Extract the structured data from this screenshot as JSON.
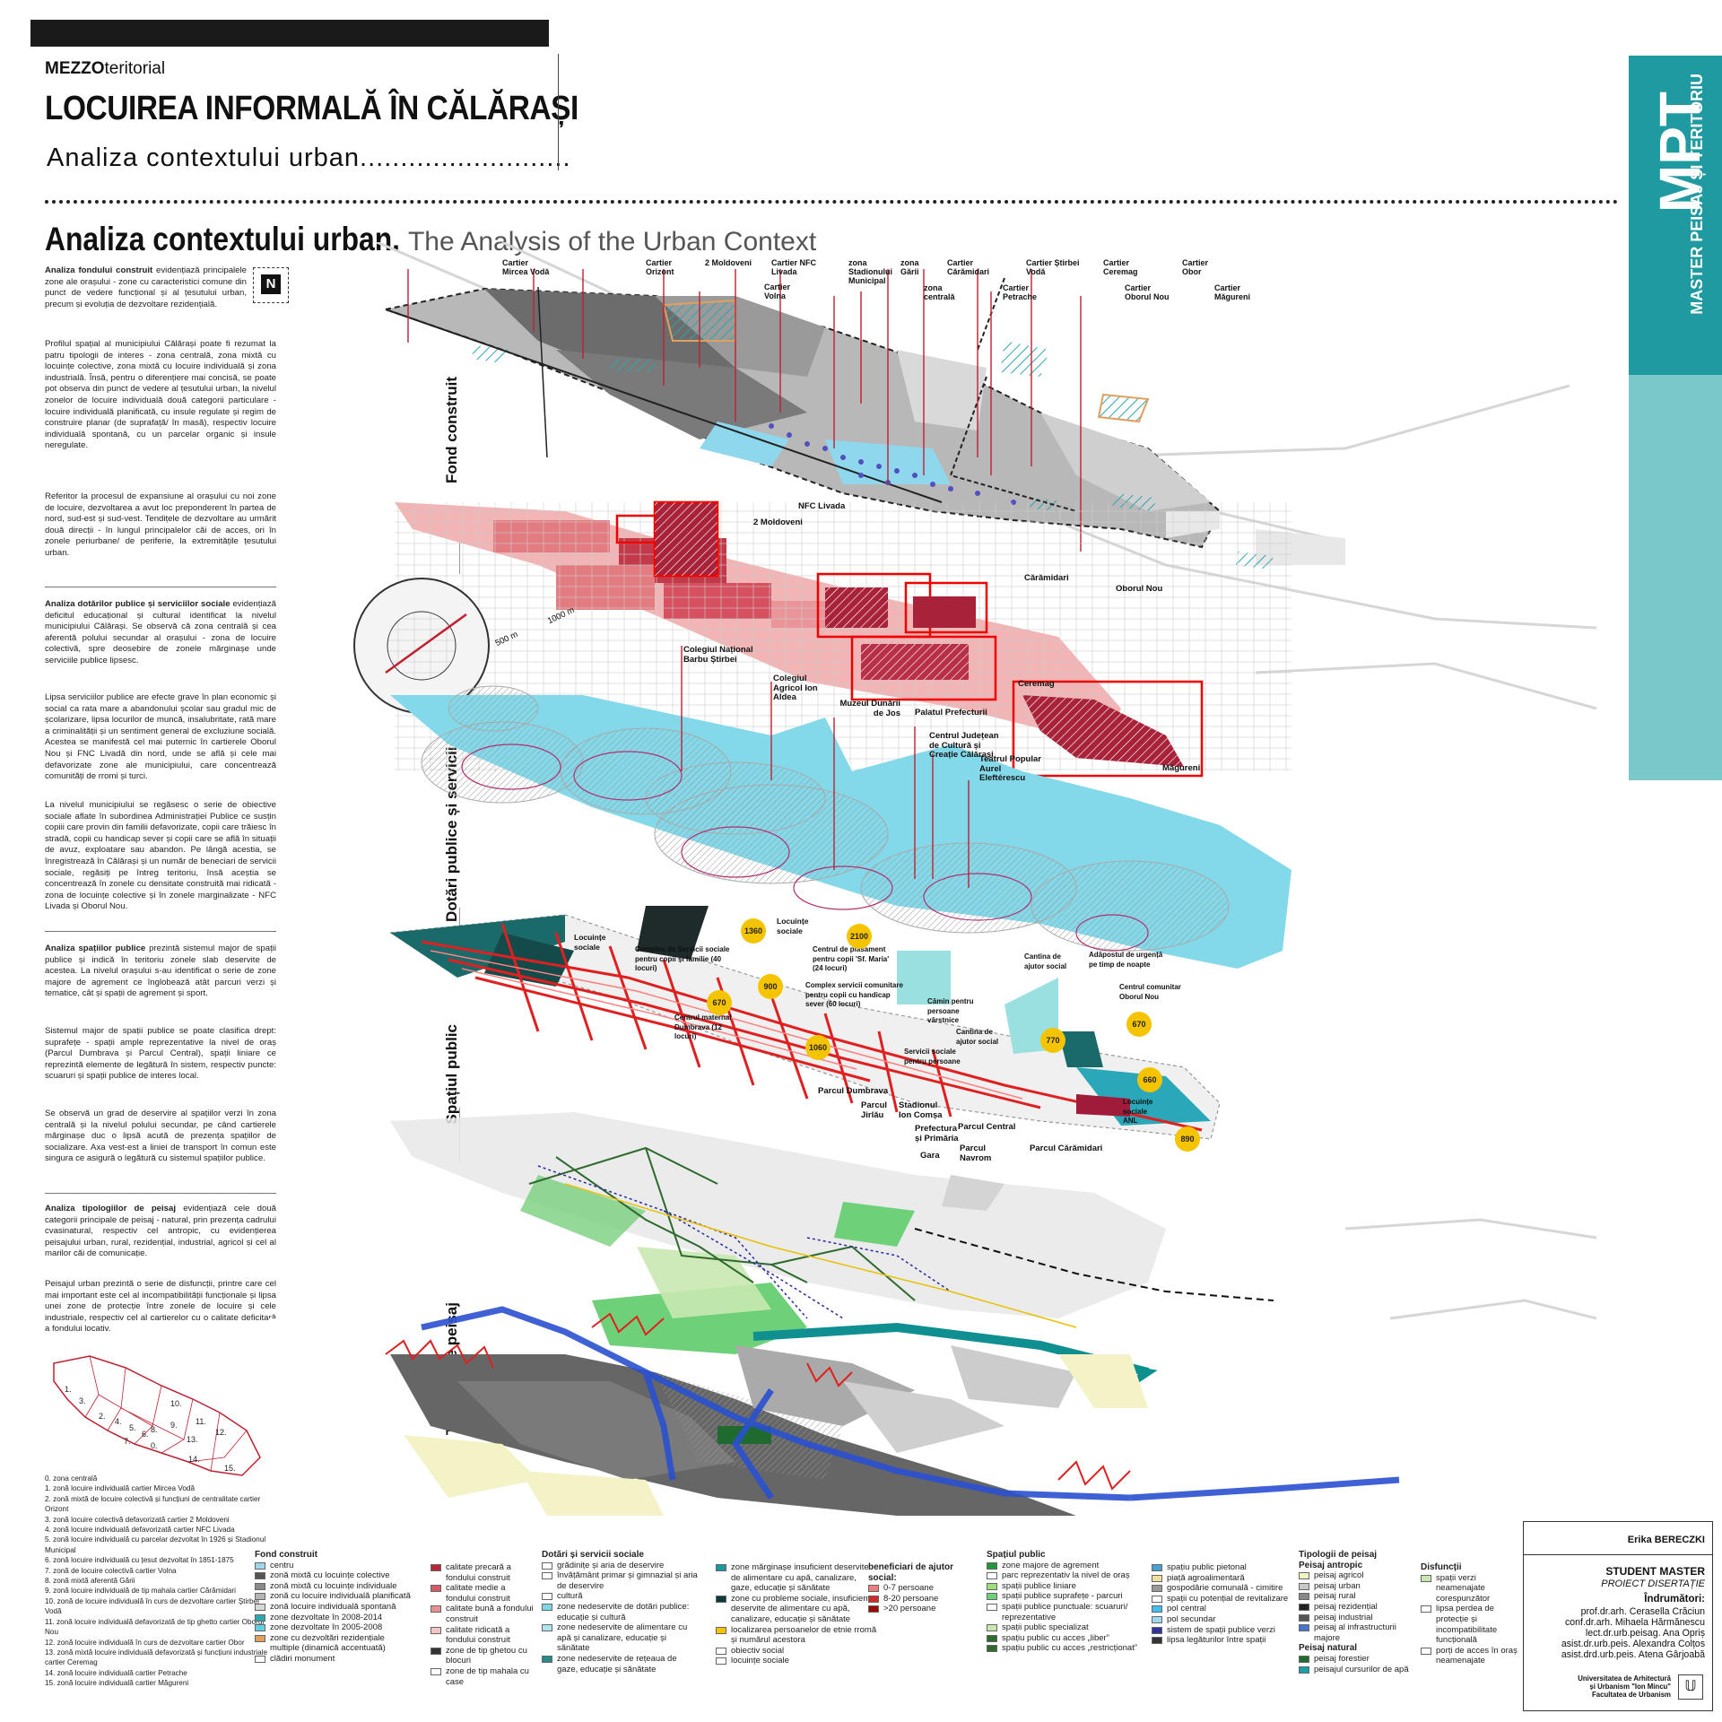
{
  "header": {
    "mezzo_bold": "MEZZO",
    "mezzo_rest": "teritorial",
    "title": "LOCUIREA INFORMALĂ ÎN CĂLĂRAȘI",
    "subtitle": "Analiza contextului urban..........................",
    "section_bold": "Analiza contextului urban.",
    "section_light": "The Analysis of the Urban Context"
  },
  "sidebar": {
    "mpt": "MPT",
    "program": "MASTER PEISAJ ȘI TERITORIU",
    "north": "N"
  },
  "text": {
    "p1_bold": "Analiza fondului construit",
    "p1": " evidențiază principalele zone ale orașului - zone cu caracteristici comune din punct de vedere funcțional și al țesutului urban, precum și evoluția de dezvoltare rezidențială.",
    "p2": "Profilul spațial al municipiului Călărași poate fi rezumat la patru tipologii de interes - zona centrală, zona mixtă cu locuințe colective, zona mixtă cu locuire individuală și zona industrială. Însă, pentru o diferențiere mai concisă, se poate pot observa din punct de vedere al țesutului urban, la nivelul zonelor de locuire individuală două categorii particulare - locuire individuală planificată, cu insule regulate și regim de construire planar (de suprafață/ în masă), respectiv locuire individuală spontană, cu un parcelar organic și insule neregulate.",
    "p3": "Referitor la procesul de expansiune al orașului cu noi zone de locuire, dezvoltarea a avut loc preponderent în partea de nord, sud-est și sud-vest. Tendițele de dezvoltare au urmărit două direcții - în lungul principalelor căi de acces, ori în zonele periurbane/ de periferie, la extremitățile țesutului urban.",
    "p4_bold": "Analiza dotărilor publice și serviciilor sociale",
    "p4": " evidențiază deficitul educațional și cultural identificat la nivelul municipiului Călărași. Se observă că zona centrală și cea aferentă polului secundar al orașului - zona de locuire colectivă, spre deosebire de zonele mărginașe unde serviciile publice lipsesc.",
    "p5": "Lipsa serviciilor publice are efecte grave în plan economic și social ca rata mare a abandonului școlar sau gradul mic de școlarizare, lipsa locurilor de muncă, insalubritate, rată mare a criminalității și un sentiment general de excluziune socială. Acestea se manifestă cel mai puternic în cartierele Oborul Nou și FNC Livadă din nord, unde se află și cele mai defavorizate zone ale municipiului, care concentrează comunități de rromi și turci.",
    "p6": "La nivelul municipiului se regăsesc o serie de obiective sociale aflate în subordinea Administrației Publice ce susțin copiii care provin din familii defavorizate, copii care trăiesc în stradă, copii cu handicap sever și copii care se află în situații de avuz, exploatare sau abandon. Pe lângă acestia, se înregistrează în Călărași și un număr de beneciari de servicii sociale, regăsiți pe întreg teritoriu, însă aceștia se concentrează în zonele cu densitate construită mai ridicată - zona de locuințe colective și în zonele marginalizate - NFC Livada și Oborul Nou.",
    "p7_bold": "Analiza spațiilor publice",
    "p7": " prezintă sistemul major de spații publice și indică în teritoriu zonele slab deservite de acestea. La nivelul orașului s-au identificat o serie de zone majore de agrement ce înglobează atât parcuri verzi și tematice, cât și spații de agrement și sport.",
    "p8": "Sistemul major de spații publice se poate clasifica drept: suprafețe - spații ample reprezentative la nivel de oraș (Parcul Dumbrava și Parcul Central), spații liniare ce reprezintă elemente de legătură în sistem, respectiv puncte: scuaruri și spații publice de interes local.",
    "p9": "Se observă un grad de deservire al spațiilor verzi în zona centrală și la nivelul polului secundar, pe când cartierele mărginașe duc o lipsă acută de prezența spațiilor de socializare. Axa vest-est a liniei de transport în comun este singura ce asigură o legătură cu sistemul spațiilor publice.",
    "p10_bold": "Analiza tipologiilor de peisaj",
    "p10": " evidențiază cele două categorii principale de peisaj - natural, prin prezența cadrului cvasinatural, respectiv cel antropic, cu evidențierea peisajului urban, rural, rezidențial, industrial, agricol și cel al marilor căi de comunicație.",
    "p11": "Peisajul urban prezintă o serie de disfuncții, printre care cel mai important este cel al incompatibilității funcționale și lipsa unei zone de protecție între zonele de locuire și cele industriale, respectiv cel al cartierelor cu o calitate deficitară a fondului locativ."
  },
  "layers": [
    "Fond construit",
    "Dotări publice și servicii sociale",
    "Spațiul public",
    "Tipologii de peisaj"
  ],
  "neighborhoods": [
    "Cartier Mircea Vodă",
    "Cartier Orizont",
    "2 Moldoveni",
    "Cartier NFC Livada",
    "Cartier Volna",
    "zona Stadionului Municipal",
    "zona Gării",
    "zona centrală",
    "Cartier Cărămidari",
    "Cartier Petrache",
    "Cartier Știrbei Vodă",
    "Cartier Ceremag",
    "Cartier Oborul Nou",
    "Cartier Obor",
    "Cartier Măgureni"
  ],
  "density_labels": [
    "2 Moldoveni",
    "NFC Livada",
    "Cărămidari",
    "Oborul Nou",
    "Ceremag",
    "Măgureni",
    "1000 m",
    "500 m"
  ],
  "services": [
    "Colegiul Național Barbu Știrbei",
    "Colegiul Agricol Ion Aldea",
    "Muzeul Dunării de Jos",
    "Palatul Prefecturii",
    "Centrul Județean de Cultură și Creație Călărași",
    "Teatrul Popular Aurel Eleftérescu"
  ],
  "social": [
    "Locuințe sociale",
    "Locuințe sociale",
    "Complex de Servicii sociale pentru copii și familie (40 locuri)",
    "Centrul de plasament pentru copii 'Sf. Maria' (24 locuri)",
    "Complex servicii comunitare pentru copii cu handicap sever (60 locuri)",
    "Centrul maternal Dumbrava (12 locuri)",
    "Servicii sociale pentru persoane",
    "Cantina de ajutor social",
    "Cămin pentru persoane vârstnice",
    "Cantina de ajutor social",
    "Adăpostul de urgență pe timp de noapte",
    "Centrul comunitar Oborul Nou",
    "Locuințe sociale ANL"
  ],
  "badges": [
    "1360",
    "2100",
    "900",
    "670",
    "1060",
    "770",
    "670",
    "660",
    "890"
  ],
  "parks": [
    "Parcul Dumbrava",
    "Parcul Jirlău",
    "Stadionul Ion Comșa",
    "Prefectura și Primăria",
    "Gara",
    "Parcul Navrom",
    "Parcul Central",
    "Parcul Cărămidari"
  ],
  "zone_list": [
    "0. zona centrală",
    "1. zonă locuire individuală cartier Mircea Vodă",
    "2. zonă mixtă de locuire colectivă și funcțiuni de centralitate cartier Orizont",
    "3. zonă locuire colectivă defavorizată cartier 2 Moldoveni",
    "4. zonă locuire individuală defavorizată cartier NFC Livada",
    "5. zonă locuire individuală cu parcelar dezvoltat în 1926 și Stadionul Municipal",
    "6. zonă locuire individuală cu țesut dezvoltat în 1851-1875",
    "7. zonă de locuire colectivă cartier Volna",
    "8. zonă mixtă aferentă Gării",
    "9. zonă locuire individuală de tip mahala cartier Cărămidari",
    "10. zonă de locuire individuală în curs de dezvoltare cartier Știrbei Vodă",
    "11. zonă locuire individuală defavorizată de tip ghetto cartier Oborul Nou",
    "12. zonă locuire individuală în curs de dezvoltare cartier Obor",
    "13. zonă mixtă locuire individuală defavorizată și funcțiuni industriale cartier Ceremag",
    "14. zonă locuire individuală cartier Petrache",
    "15. zonă locuire individuală cartier Măgureni"
  ],
  "mini_map_numbers": [
    "1.",
    "2.",
    "3.",
    "4.",
    "5.",
    "6.",
    "7.",
    "0.",
    "8.",
    "9.",
    "10.",
    "11.",
    "12.",
    "13.",
    "14.",
    "15."
  ],
  "legend": {
    "fond": {
      "title": "Fond construit",
      "items": [
        "centru",
        "zonă mixtă cu locuințe colective",
        "zonă mixtă cu locuințe individuale",
        "zonă cu locuire individuală planificată",
        "zonă locuire individuală spontană",
        "zone dezvoltate în 2008-2014",
        "zone dezvoltate în 2005-2008",
        "zone cu dezvoltări rezidențiale multiple (dinamică accentuată)",
        "clădiri monument"
      ],
      "colors": [
        "#9fd6e8",
        "#555555",
        "#8a8a8a",
        "#b5b5b5",
        "#d8d8d8",
        "#2aa7b0",
        "#5fd0e0",
        "#e0a060",
        "#ffffff"
      ]
    },
    "fond2": {
      "items": [
        "calitate precară a fondului construit",
        "calitate medie a fondului construit",
        "calitate bună a fondului construit",
        "calitate ridicată a fondului construit",
        "zone de tip ghetou cu blocuri",
        "zone de tip mahala cu case"
      ],
      "colors": [
        "#b8283c",
        "#d35a68",
        "#e89090",
        "#f5c6c6",
        "#333333",
        "#ffffff"
      ]
    },
    "dotari": {
      "title": "Dotări și servicii sociale",
      "items": [
        "grădinițe și aria de deservire",
        "învățământ primar și gimnazial și aria de deservire",
        "cultură",
        "zone nedeservite de dotări publice: educație și cultură",
        "zone nedeservite de alimentare cu apă și canalizare, educație și sănătate",
        "zone nedeservite de rețeaua de gaze, educație și sănătate"
      ],
      "colors": [
        "#ffffff",
        "#ffffff",
        "#ffffff",
        "#7dd8e6",
        "#aee3ec",
        "#2a8a8a"
      ]
    },
    "dotari2": {
      "items": [
        "zone mărginașe insuficient deservite de alimentare cu apă, canalizare, gaze, educație și sănătate",
        "zone cu probleme sociale, insuficient deservite de alimentare cu apă, canalizare, educație și sănătate",
        "localizarea persoanelor de etnie rromă și numărul acestora",
        "obiectiv social",
        "locuințe sociale"
      ],
      "colors": [
        "#1a9a9a",
        "#0f3a3a",
        "#f5c400",
        "#ffffff",
        "#ffffff"
      ]
    },
    "beneficiari": {
      "title": "beneficiari de ajutor social:",
      "items": [
        "0-7 persoane",
        "8-20 persoane",
        ">20 persoane"
      ],
      "colors": [
        "#e88080",
        "#d02a2a",
        "#9a0a0a"
      ]
    },
    "spatiu": {
      "title": "Spațiul public",
      "items": [
        "zone majore de agrement",
        "parc reprezentativ la nivel de oraș",
        "spații publice liniare",
        "spații publice suprafețe - parcuri",
        "spații publice punctuale: scuaruri/ reprezentative",
        "spații public specializat",
        "spațiu public cu acces „liber”",
        "spațiu public cu acces „restricționat”"
      ],
      "colors": [
        "#1f9a3a",
        "#ffffff",
        "#9be07a",
        "#6fd07a",
        "#ffffff",
        "#c8e8b0",
        "#2f6a2f",
        "#2f6a2f"
      ]
    },
    "spatiu2": {
      "items": [
        "spațiu public pietonal",
        "piață agroalimentară",
        "gospodărie comunală - cimitire",
        "spații cu potențial de revitalizare",
        "pol central",
        "pol secundar",
        "sistem de spații publice verzi",
        "lipsa legăturilor între spații"
      ],
      "colors": [
        "#4aa0d0",
        "#f0e0a0",
        "#999999",
        "#ffffff",
        "#40c0f0",
        "#a0d8f0",
        "#333399",
        "#333333"
      ]
    },
    "peisaj": {
      "title": "Tipologii de peisaj",
      "sub1": "Peisaj antropic",
      "items": [
        "peisaj agricol",
        "peisaj urban",
        "peisaj rural",
        "peisaj rezidențial",
        "peisaj industrial",
        "peisaj al infrastructurii majore"
      ],
      "colors": [
        "#f4f3c8",
        "#c8c8c8",
        "#888888",
        "#222222",
        "#555555",
        "#4a70d0"
      ],
      "sub2": "Peisaj natural",
      "items2": [
        "peisaj forestier",
        "peisajul cursurilor de apă"
      ],
      "colors2": [
        "#1f6a2f",
        "#1aa0a8"
      ]
    },
    "disfunctii": {
      "title": "Disfuncții",
      "items": [
        "spații verzi neamenajate corespunzător",
        "lipsa perdea de protecție și incompatibilitate funcțională",
        "porți de acces în oraș neamenajate"
      ],
      "colors": [
        "#c8e8b0",
        "#ffffff",
        "#ffffff"
      ]
    }
  },
  "credit": {
    "author": "Erika BERECZKI",
    "role": "STUDENT MASTER",
    "project": "PROIECT DISERTAȚIE",
    "tutors_title": "Îndrumători:",
    "tutors": [
      "prof.dr.arh. Cerasella Crăciun",
      "conf.dr.arh. Mihaela Hărmănescu",
      "lect.dr.urb.peisag. Ana Opriș",
      "asist.dr.urb.peis. Alexandra Colțos",
      "asist.drd.urb.peis. Atena Gârjoabă"
    ],
    "uni": [
      "Universitatea de Arhitectură",
      "și Urbanism \"Ion Mincu\"",
      "Facultatea de Urbanism"
    ]
  },
  "colors": {
    "teal": "#1f9aa0",
    "teal_light": "#7bc8c8",
    "cyan": "#7dd8e6",
    "red": "#d02a2a",
    "dark_teal": "#0f4a4a",
    "green": "#6fd07a"
  }
}
